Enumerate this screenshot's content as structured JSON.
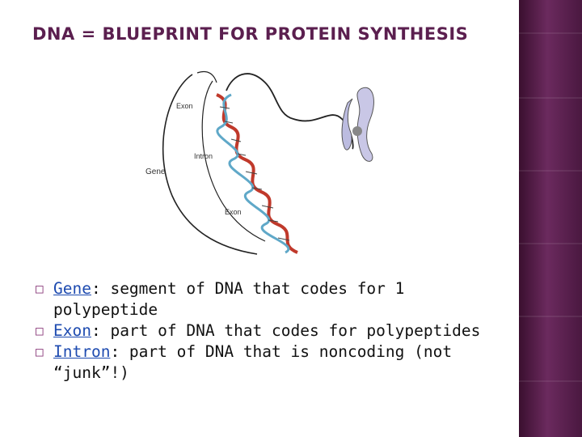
{
  "slide": {
    "title": "DNA = BLUEPRINT FOR PROTEIN SYNTHESIS",
    "figure": {
      "labels": {
        "exon_top": "Exon",
        "intron": "Intron",
        "gene": "Gene",
        "exon_bottom": "Exon"
      }
    },
    "bullets": [
      {
        "term": "Gene",
        "text_line1": ": segment of DNA that codes for 1",
        "text_line2": "polypeptide"
      },
      {
        "term": "Exon",
        "text_line1": ": part of DNA that codes for polypeptides"
      },
      {
        "term": "Intron",
        "text_line1": ": part of DNA that is noncoding (not",
        "text_line2": "“junk”!)"
      }
    ]
  },
  "colors": {
    "title": "#5b1f4f",
    "sidebar": "#6b2a5e",
    "term": "#1e4bb0",
    "helix_strand_a": "#c0392b",
    "helix_strand_b": "#5fa8c8"
  }
}
